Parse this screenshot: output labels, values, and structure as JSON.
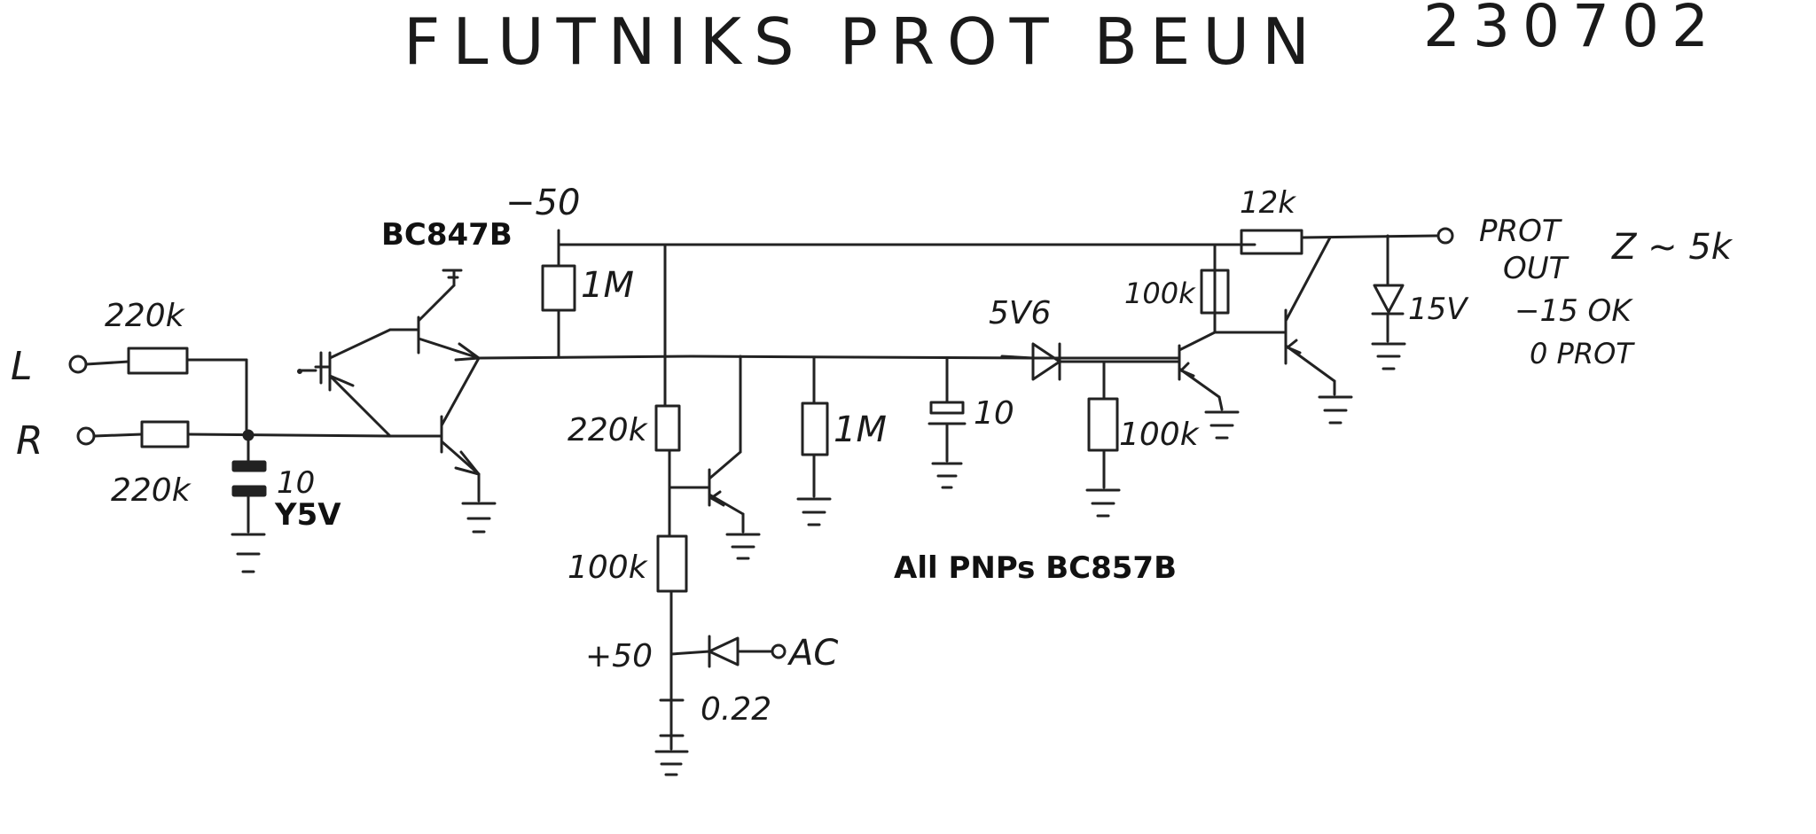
{
  "title": "FLUTNIKS PROT BEUN",
  "date": "230702",
  "labels": {
    "input_left": "L",
    "input_right": "R",
    "r_in_left": "220k",
    "r_in_right": "220k",
    "cap_in_value": "10",
    "cap_in_type": "Y5V",
    "npn_type": "BC847B",
    "supply_neg": "−50",
    "r_1m_top": "1M",
    "r_220k_mid": "220k",
    "r_100k_mid": "100k",
    "r_1m_mid": "1M",
    "cap_10_mid": "10",
    "zener_5v6": "5V6",
    "r_100k_base": "100k",
    "r_100k_top": "100k",
    "r_12k": "12k",
    "zener_15v": "15V",
    "supply_pos": "+50",
    "ac_input": "AC",
    "cap_022": "0.22",
    "pnp_note": "All PNPs BC857B",
    "out_prot": "PROT",
    "out_out": "OUT",
    "out_z": "Z ~ 5k",
    "out_ok": "−15 OK",
    "out_0prot": "0   PROT"
  },
  "colors": {
    "ink": "#222222",
    "paper": "#ffffff"
  }
}
